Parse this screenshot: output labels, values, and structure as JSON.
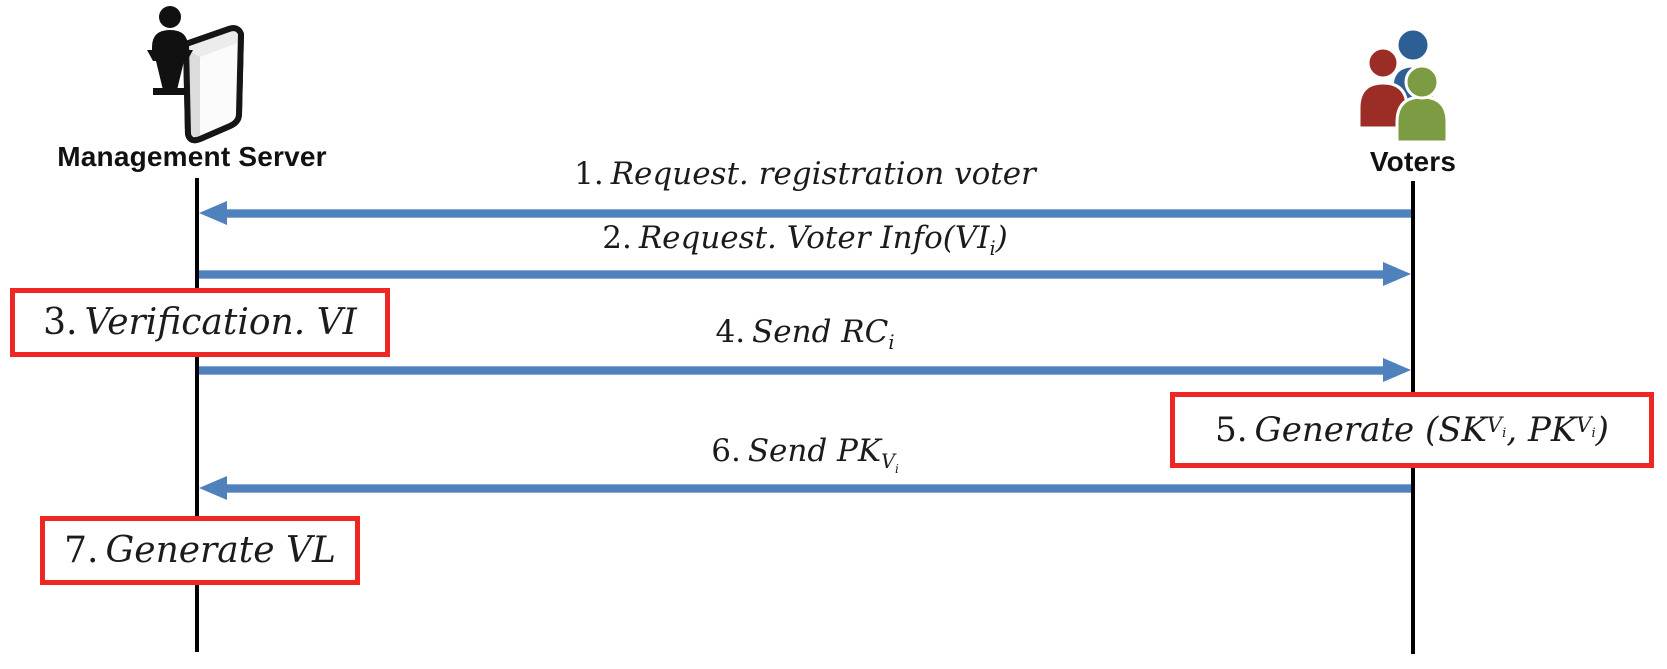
{
  "diagram_type": "sequence-diagram",
  "colors": {
    "arrow_blue": "#4f81bd",
    "process_box_red": "#ee2724",
    "lifeline_black": "#000000",
    "voters_icon_red": "#9b2d26",
    "voters_icon_blue": "#2d5f94",
    "voters_icon_green": "#7d9b43"
  },
  "actors": {
    "management_server": {
      "label": "Management Server",
      "icon": "podium-server-icon"
    },
    "voters": {
      "label": "Voters",
      "icon": "people-group-icon"
    }
  },
  "messages": {
    "m1": {
      "num": "1.",
      "text": "Request. registration voter",
      "direction": "to-management-server"
    },
    "m2": {
      "num": "2.",
      "pre": "Request. Voter Info(VI",
      "sub": "i",
      "post": ")",
      "direction": "to-voters"
    },
    "m4": {
      "num": "4.",
      "pre": "Send RC",
      "sub": "i",
      "direction": "to-voters"
    },
    "m6": {
      "num": "6.",
      "pre": "Send PK",
      "sub": "V",
      "subsub": "i",
      "direction": "to-management-server"
    }
  },
  "process_boxes": {
    "b3": {
      "num": "3.",
      "text": "Verification. VI",
      "actor": "management-server"
    },
    "b5": {
      "num": "5.",
      "pre": "Generate (SK",
      "sub1": "V",
      "subsub1": "i",
      "mid": ", PK",
      "sub2": "V",
      "subsub2": "i",
      "post": ")",
      "actor": "voters"
    },
    "b7": {
      "num": "7.",
      "text": "Generate VL",
      "actor": "management-server"
    }
  }
}
